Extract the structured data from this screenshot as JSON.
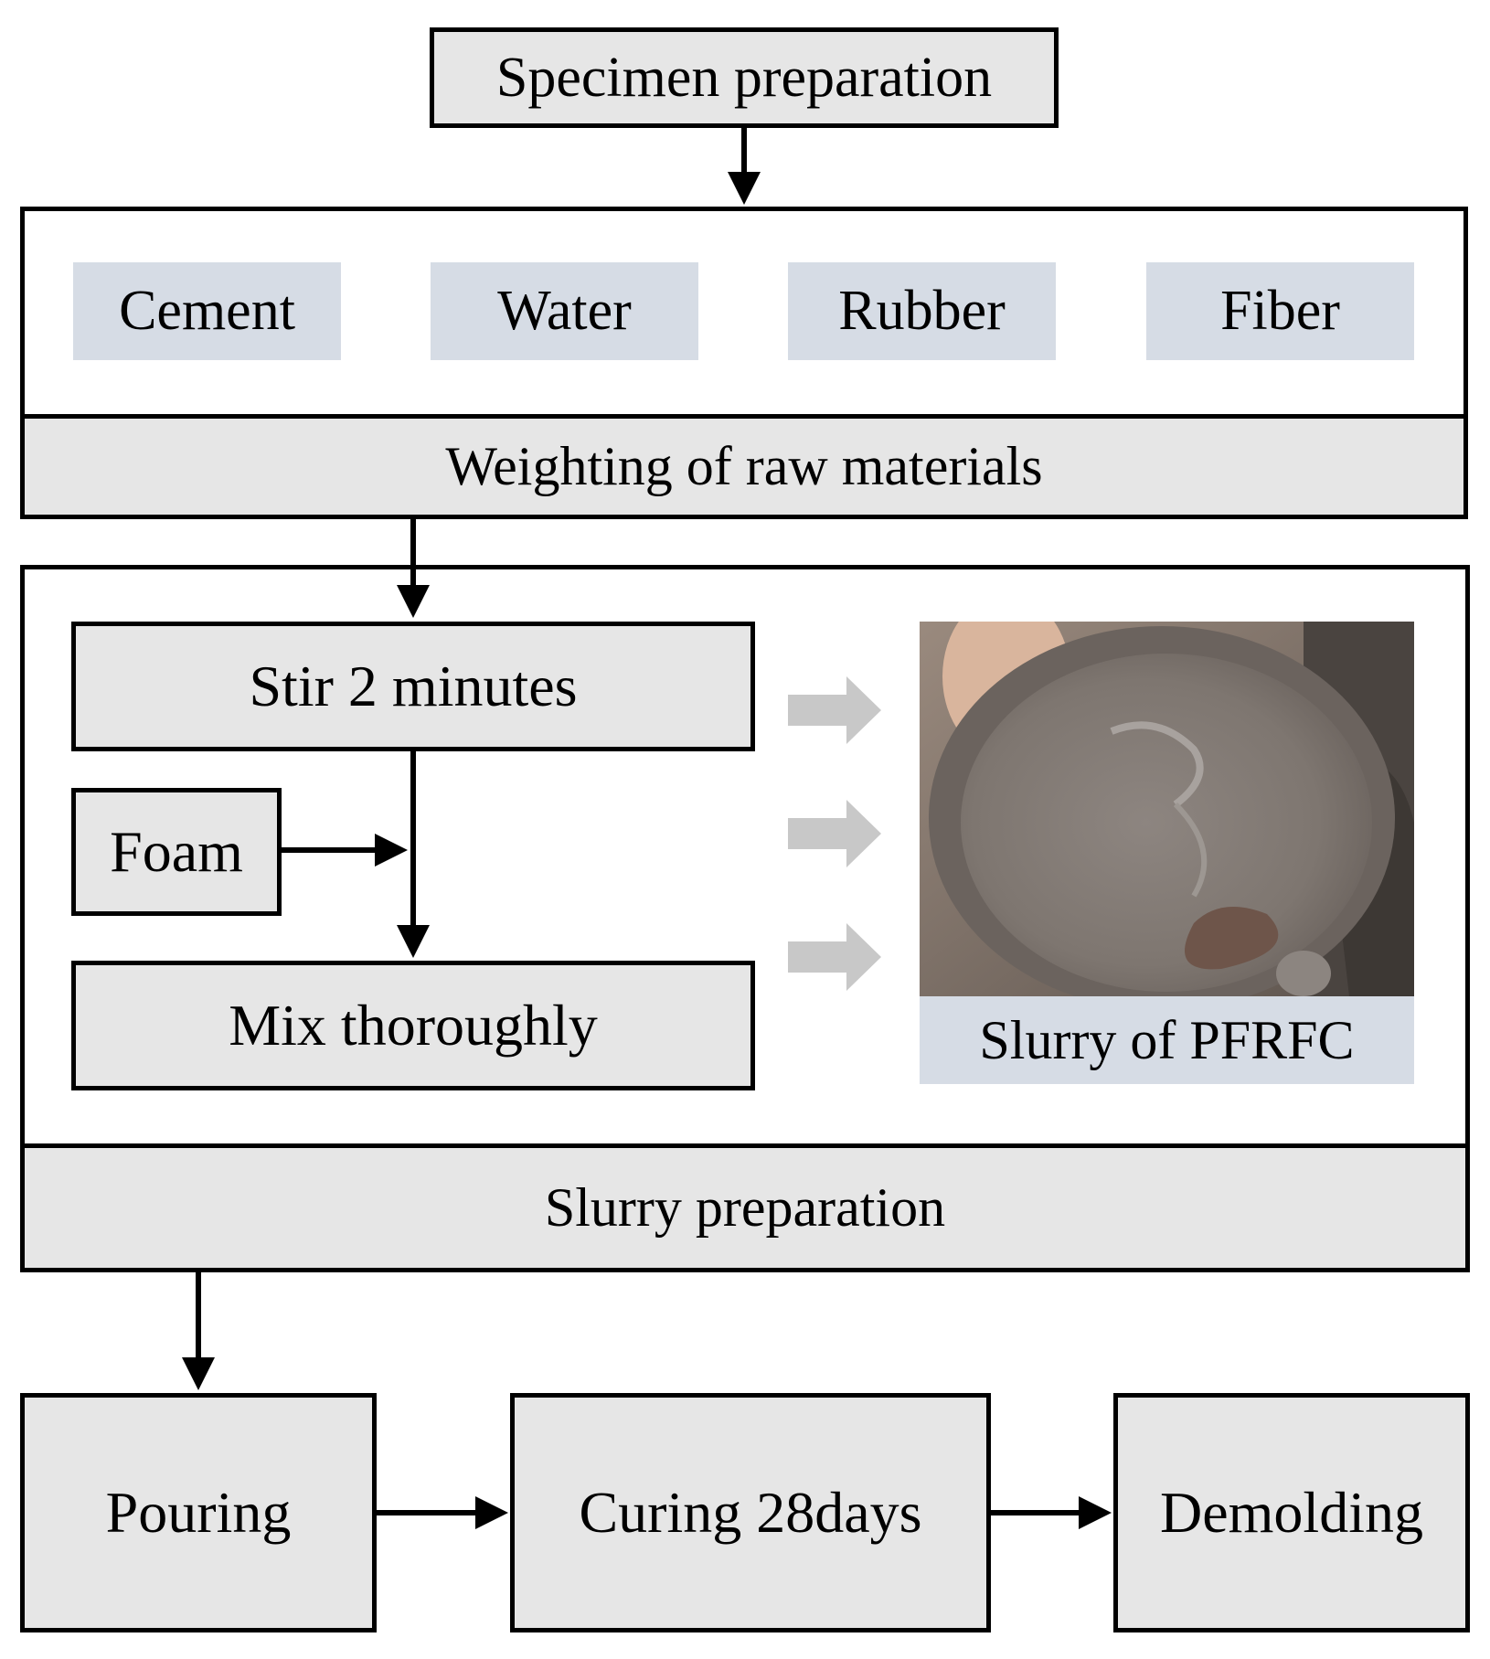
{
  "title": "Specimen preparation",
  "raw_materials": {
    "items": [
      "Cement",
      "Water",
      "Rubber",
      "Fiber"
    ],
    "label": "Weighting of raw materials"
  },
  "slurry": {
    "step1": "Stir 2 minutes",
    "foam": "Foam",
    "step2": "Mix thoroughly",
    "photo_caption": "Slurry of PFRFC",
    "label": "Slurry preparation"
  },
  "final_steps": [
    "Pouring",
    "Curing 28days",
    "Demolding"
  ]
}
